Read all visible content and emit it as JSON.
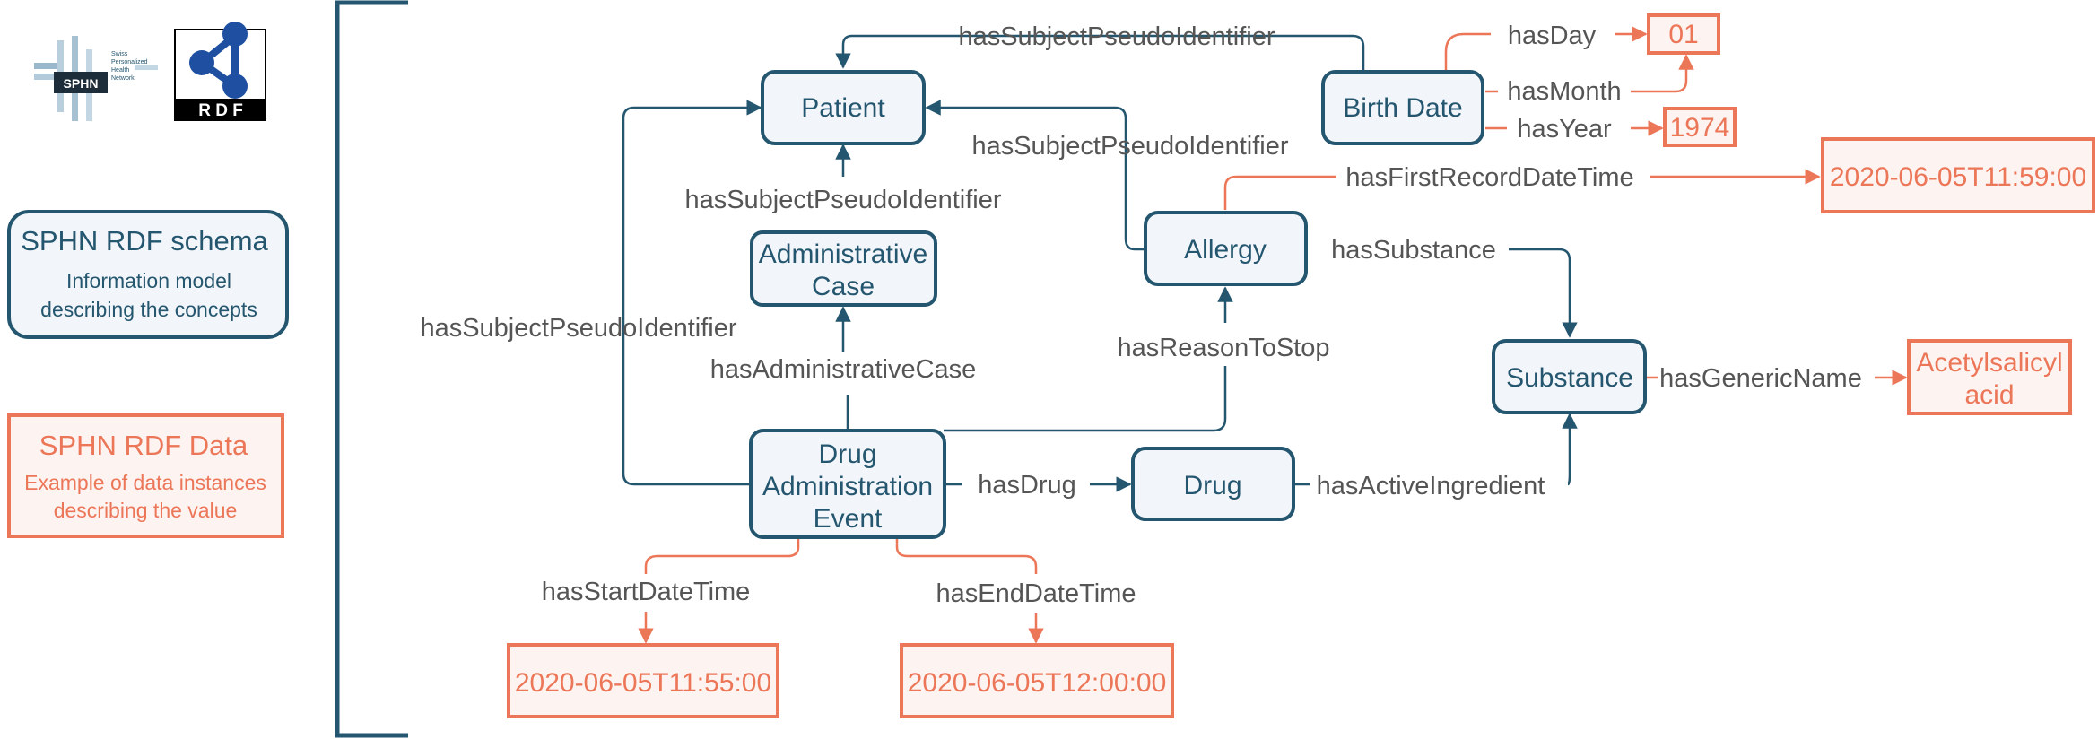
{
  "logos": {
    "sphn": {
      "label": "SPHN",
      "caption_lines": [
        "Swiss",
        "Personalized",
        "Health",
        "Network"
      ]
    },
    "rdf": {
      "label": "R D F"
    }
  },
  "legend": {
    "schema": {
      "title": "SPHN RDF schema",
      "line1": "Information model",
      "line2": "describing the concepts"
    },
    "data": {
      "title": "SPHN RDF Data",
      "line1": "Example of data instances",
      "line2": "describing the value"
    }
  },
  "nodes": {
    "patient": "Patient",
    "birth_date": "Birth Date",
    "administrative_case": [
      "Administrative",
      "Case"
    ],
    "allergy": "Allergy",
    "substance": "Substance",
    "drug_administration_event": [
      "Drug",
      "Administration",
      "Event"
    ],
    "drug": "Drug"
  },
  "values": {
    "day": "01",
    "year": "1974",
    "first_record_datetime": "2020-06-05T11:59:00",
    "generic_name": [
      "Acetylsalicyl",
      "acid"
    ],
    "start_datetime": "2020-06-05T11:55:00",
    "end_datetime": "2020-06-05T12:00:00"
  },
  "edges": {
    "birth_subject": "hasSubjectPseudoIdentifier",
    "allergy_subject": "hasSubjectPseudoIdentifier",
    "admincase_subject": "hasSubjectPseudoIdentifier",
    "dae_subject": "hasSubjectPseudoIdentifier",
    "has_day": "hasDay",
    "has_month": "hasMonth",
    "has_year": "hasYear",
    "has_first_record": "hasFirstRecordDateTime",
    "has_substance": "hasSubstance",
    "has_admin_case": "hasAdministrativeCase",
    "has_reason_to_stop": "hasReasonToStop",
    "has_generic_name": "hasGenericName",
    "has_drug": "hasDrug",
    "has_active_ingredient": "hasActiveIngredient",
    "has_start": "hasStartDateTime",
    "has_end": "hasEndDateTime"
  },
  "colors": {
    "schema": "#24566f",
    "data": "#ec7658",
    "label": "#555555"
  }
}
